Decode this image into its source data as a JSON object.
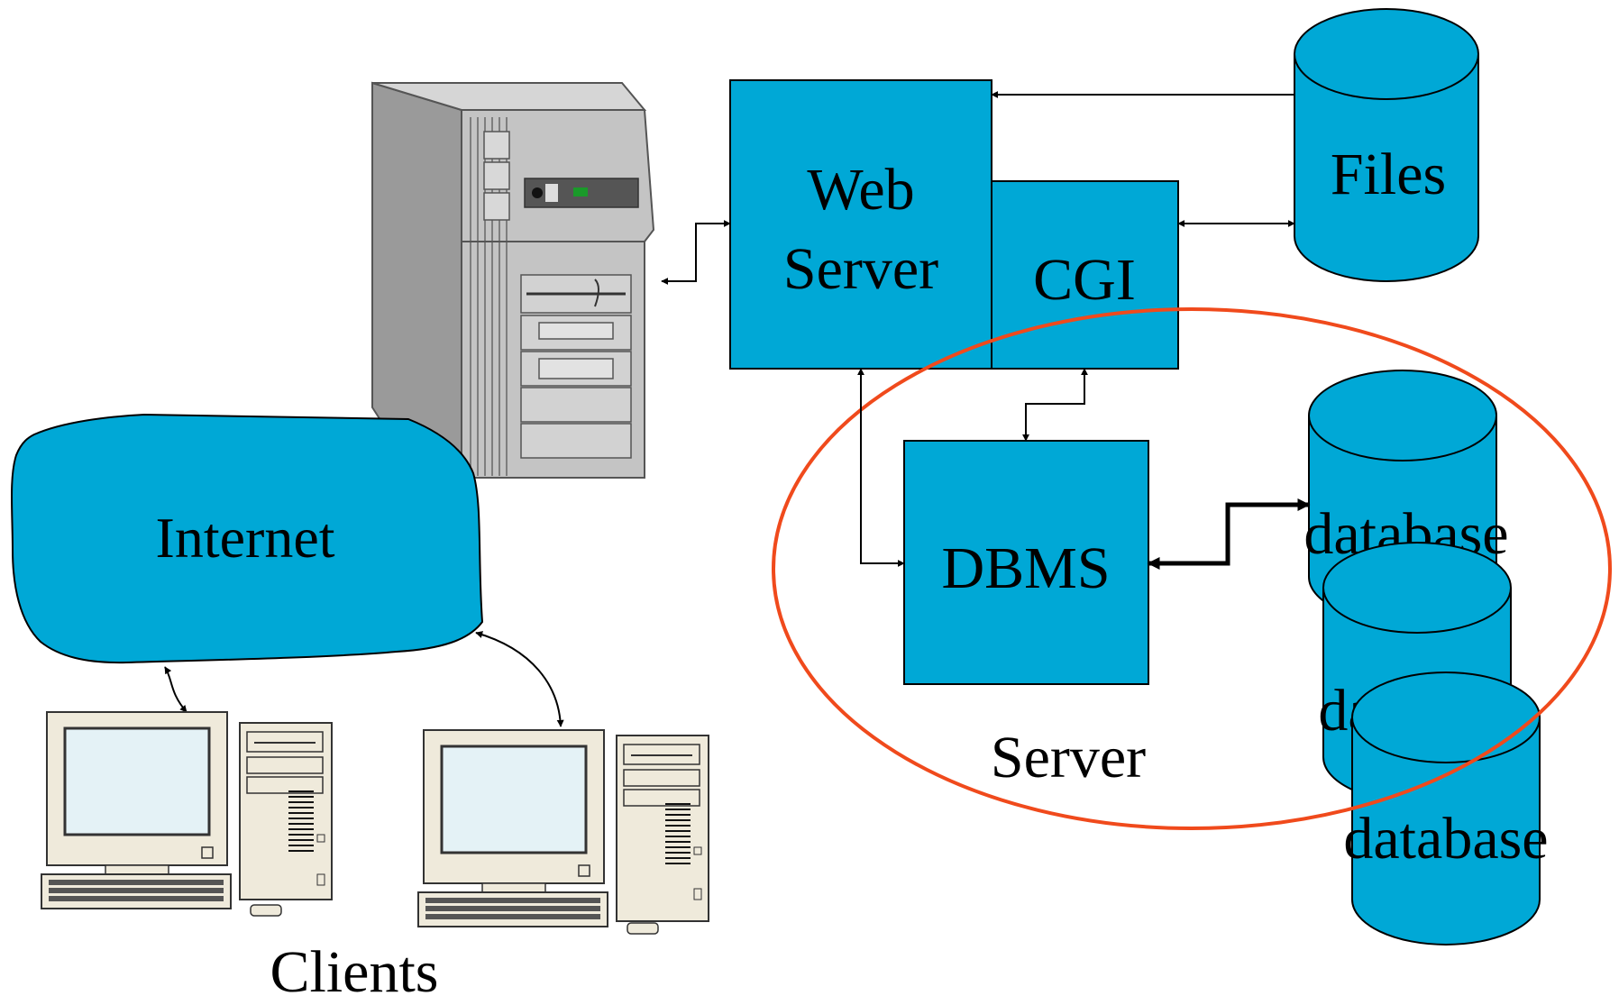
{
  "colors": {
    "box_fill": "#00a8d6",
    "outline": "#000000",
    "ellipse": "#f04a1c",
    "tower_body": "#c0c0c0",
    "tower_shade": "#9a9a9a",
    "pc_body": "#efeadb",
    "pc_screen": "#e4f2f6",
    "background": "#ffffff"
  },
  "labels": {
    "web_server_line1": "Web",
    "web_server_line2": "Server",
    "cgi": "CGI",
    "files": "Files",
    "internet": "Internet",
    "dbms": "DBMS",
    "server": "Server",
    "clients": "Clients",
    "database1": "database",
    "database2": "database",
    "database3": "database"
  },
  "icons": {
    "server_tower": "server-tower-icon",
    "client_computer": "desktop-computer-icon",
    "cloud": "cloud-shape",
    "cylinder": "database-cylinder"
  }
}
